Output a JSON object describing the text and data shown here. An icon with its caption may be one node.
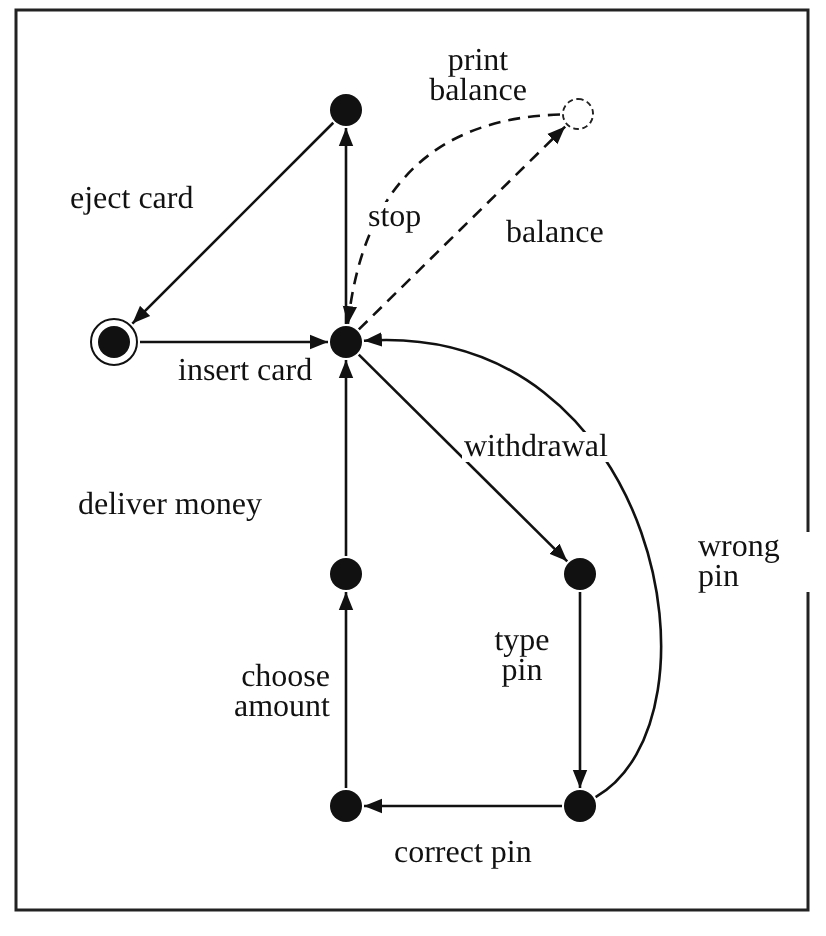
{
  "diagram": {
    "nodes": [
      {
        "text": [],
        "shape": "circle"
      },
      {
        "text": [],
        "shape": "circle"
      },
      {
        "text": [],
        "shape": "circle"
      },
      {
        "text": [],
        "shape": "circle"
      },
      {
        "text": [],
        "shape": "circle"
      },
      {
        "text": [],
        "shape": "circle"
      },
      {
        "text": [],
        "shape": "circle"
      },
      {
        "text": [],
        "shape": "circle"
      }
    ],
    "edges": [
      {
        "from": 0,
        "to": 2,
        "arrow": "to",
        "label": "eject card"
      },
      {
        "from": 2,
        "to": 3,
        "arrow": "to",
        "label": "insert card"
      },
      {
        "from": 3,
        "to": 0,
        "arrow": "to",
        "label": "stop"
      },
      {
        "from": 1,
        "to": 3,
        "arrow": "to",
        "label": "print balance",
        "style": "dashed"
      },
      {
        "from": 3,
        "to": 1,
        "arrow": "to",
        "label": "balance",
        "style": "dashed"
      },
      {
        "from": 3,
        "to": 4,
        "arrow": "to",
        "label": "withdrawal"
      },
      {
        "from": 5,
        "to": 3,
        "arrow": "to",
        "label": "deliver money"
      },
      {
        "from": 6,
        "to": 3,
        "arrow": "to",
        "label": "wrong pin"
      },
      {
        "from": 4,
        "to": 6,
        "arrow": "to",
        "label": "type pin"
      },
      {
        "from": 7,
        "to": 5,
        "arrow": "to",
        "label": "choose amount"
      },
      {
        "from": 6,
        "to": 7,
        "arrow": "to",
        "label": "correct pin"
      }
    ]
  }
}
